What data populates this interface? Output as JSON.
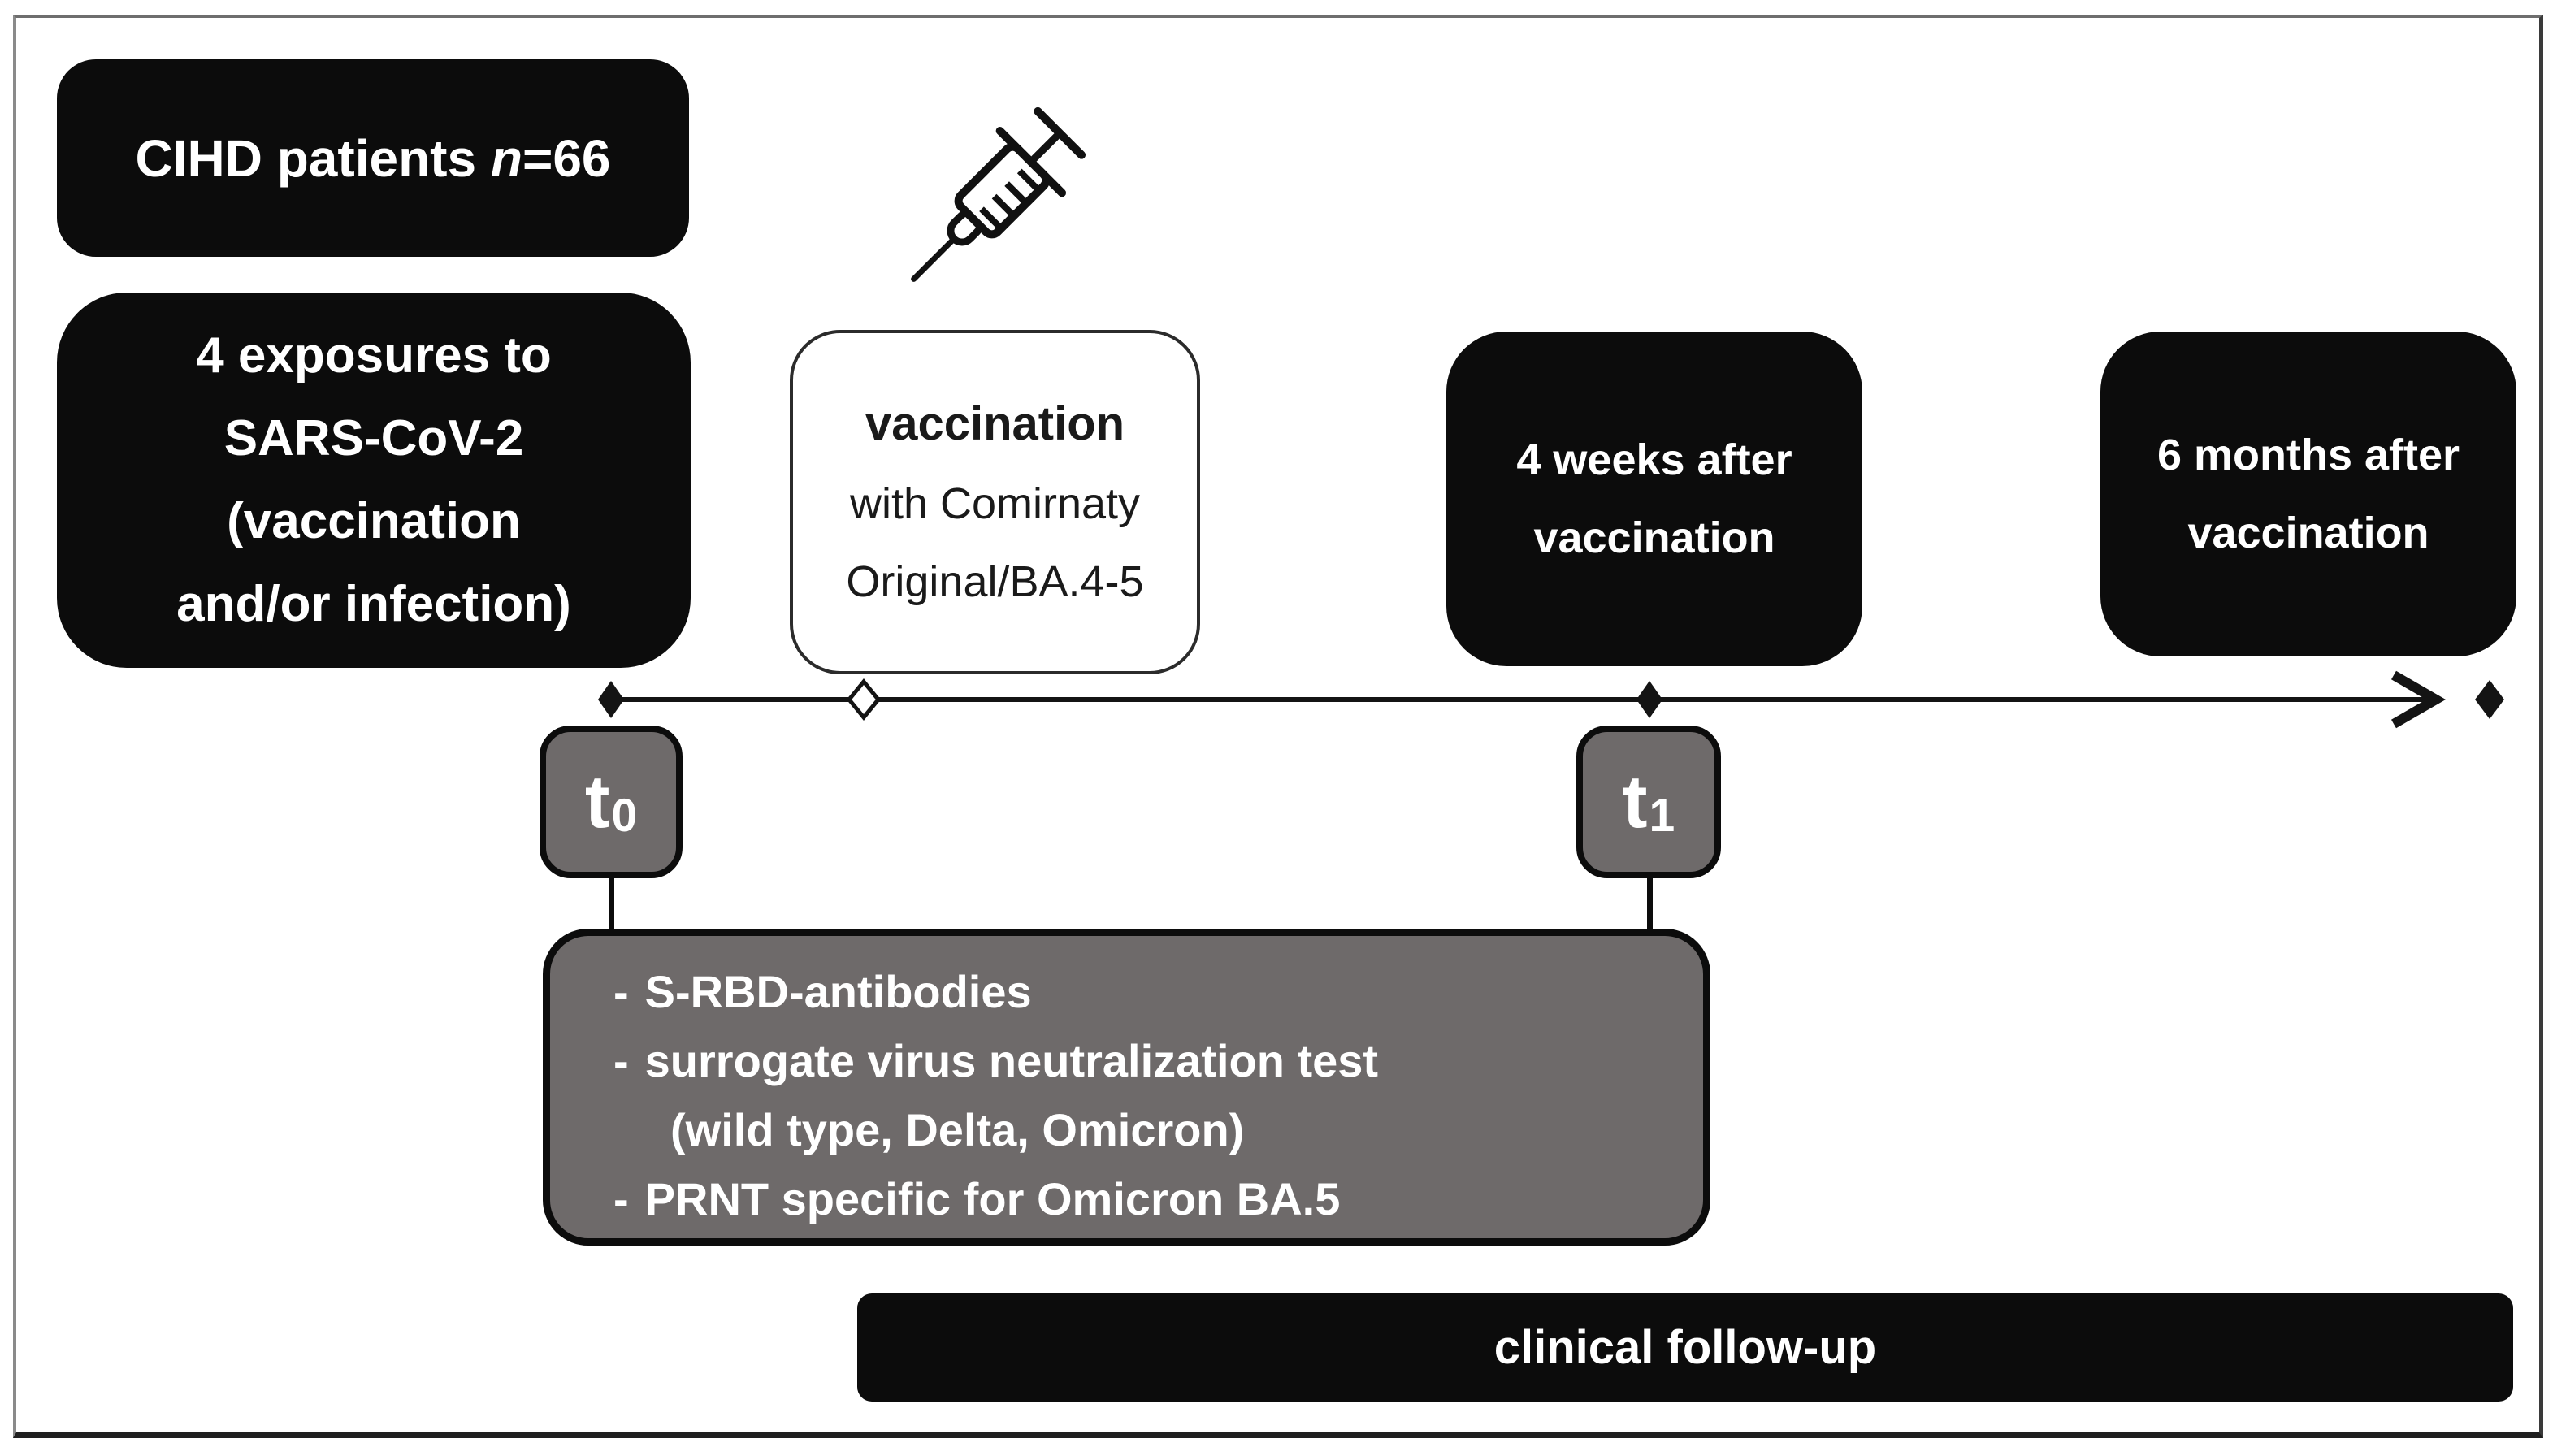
{
  "colors": {
    "box_black": "#0c0c0c",
    "box_gray": "#6e6a6a",
    "text_white": "#ffffff",
    "line_black": "#141414"
  },
  "patients_box": {
    "text_before": "CIHD patients ",
    "italic_var": "n",
    "text_after": "=66"
  },
  "exposures_box": {
    "lines": [
      "4 exposures to",
      "SARS-CoV-2",
      "(vaccination",
      "and/or infection)"
    ]
  },
  "vaccination_box": {
    "title": "vaccination",
    "lines": [
      "with Comirnaty",
      "Original/BA.4-5"
    ]
  },
  "week4_box": {
    "lines": [
      "4 weeks after",
      "vaccination"
    ]
  },
  "month6_box": {
    "lines": [
      "6 months after",
      "vaccination"
    ]
  },
  "timepoints": {
    "t0": {
      "base": "t",
      "sub": "0"
    },
    "t1": {
      "base": "t",
      "sub": "1"
    }
  },
  "assays_box": {
    "items": [
      {
        "bullet": "-",
        "text": "S-RBD-antibodies"
      },
      {
        "bullet": "-",
        "text": "surrogate virus neutralization test"
      },
      {
        "bullet": "",
        "text": "(wild type, Delta, Omicron)"
      },
      {
        "bullet": "-",
        "text": "PRNT specific for Omicron BA.5"
      }
    ]
  },
  "followup_bar": {
    "label": "clinical follow-up"
  },
  "icons": {
    "syringe": "syringe-icon",
    "timeline_markers": [
      "filled-diamond",
      "open-diamond",
      "filled-diamond",
      "arrowhead",
      "filled-diamond"
    ]
  }
}
